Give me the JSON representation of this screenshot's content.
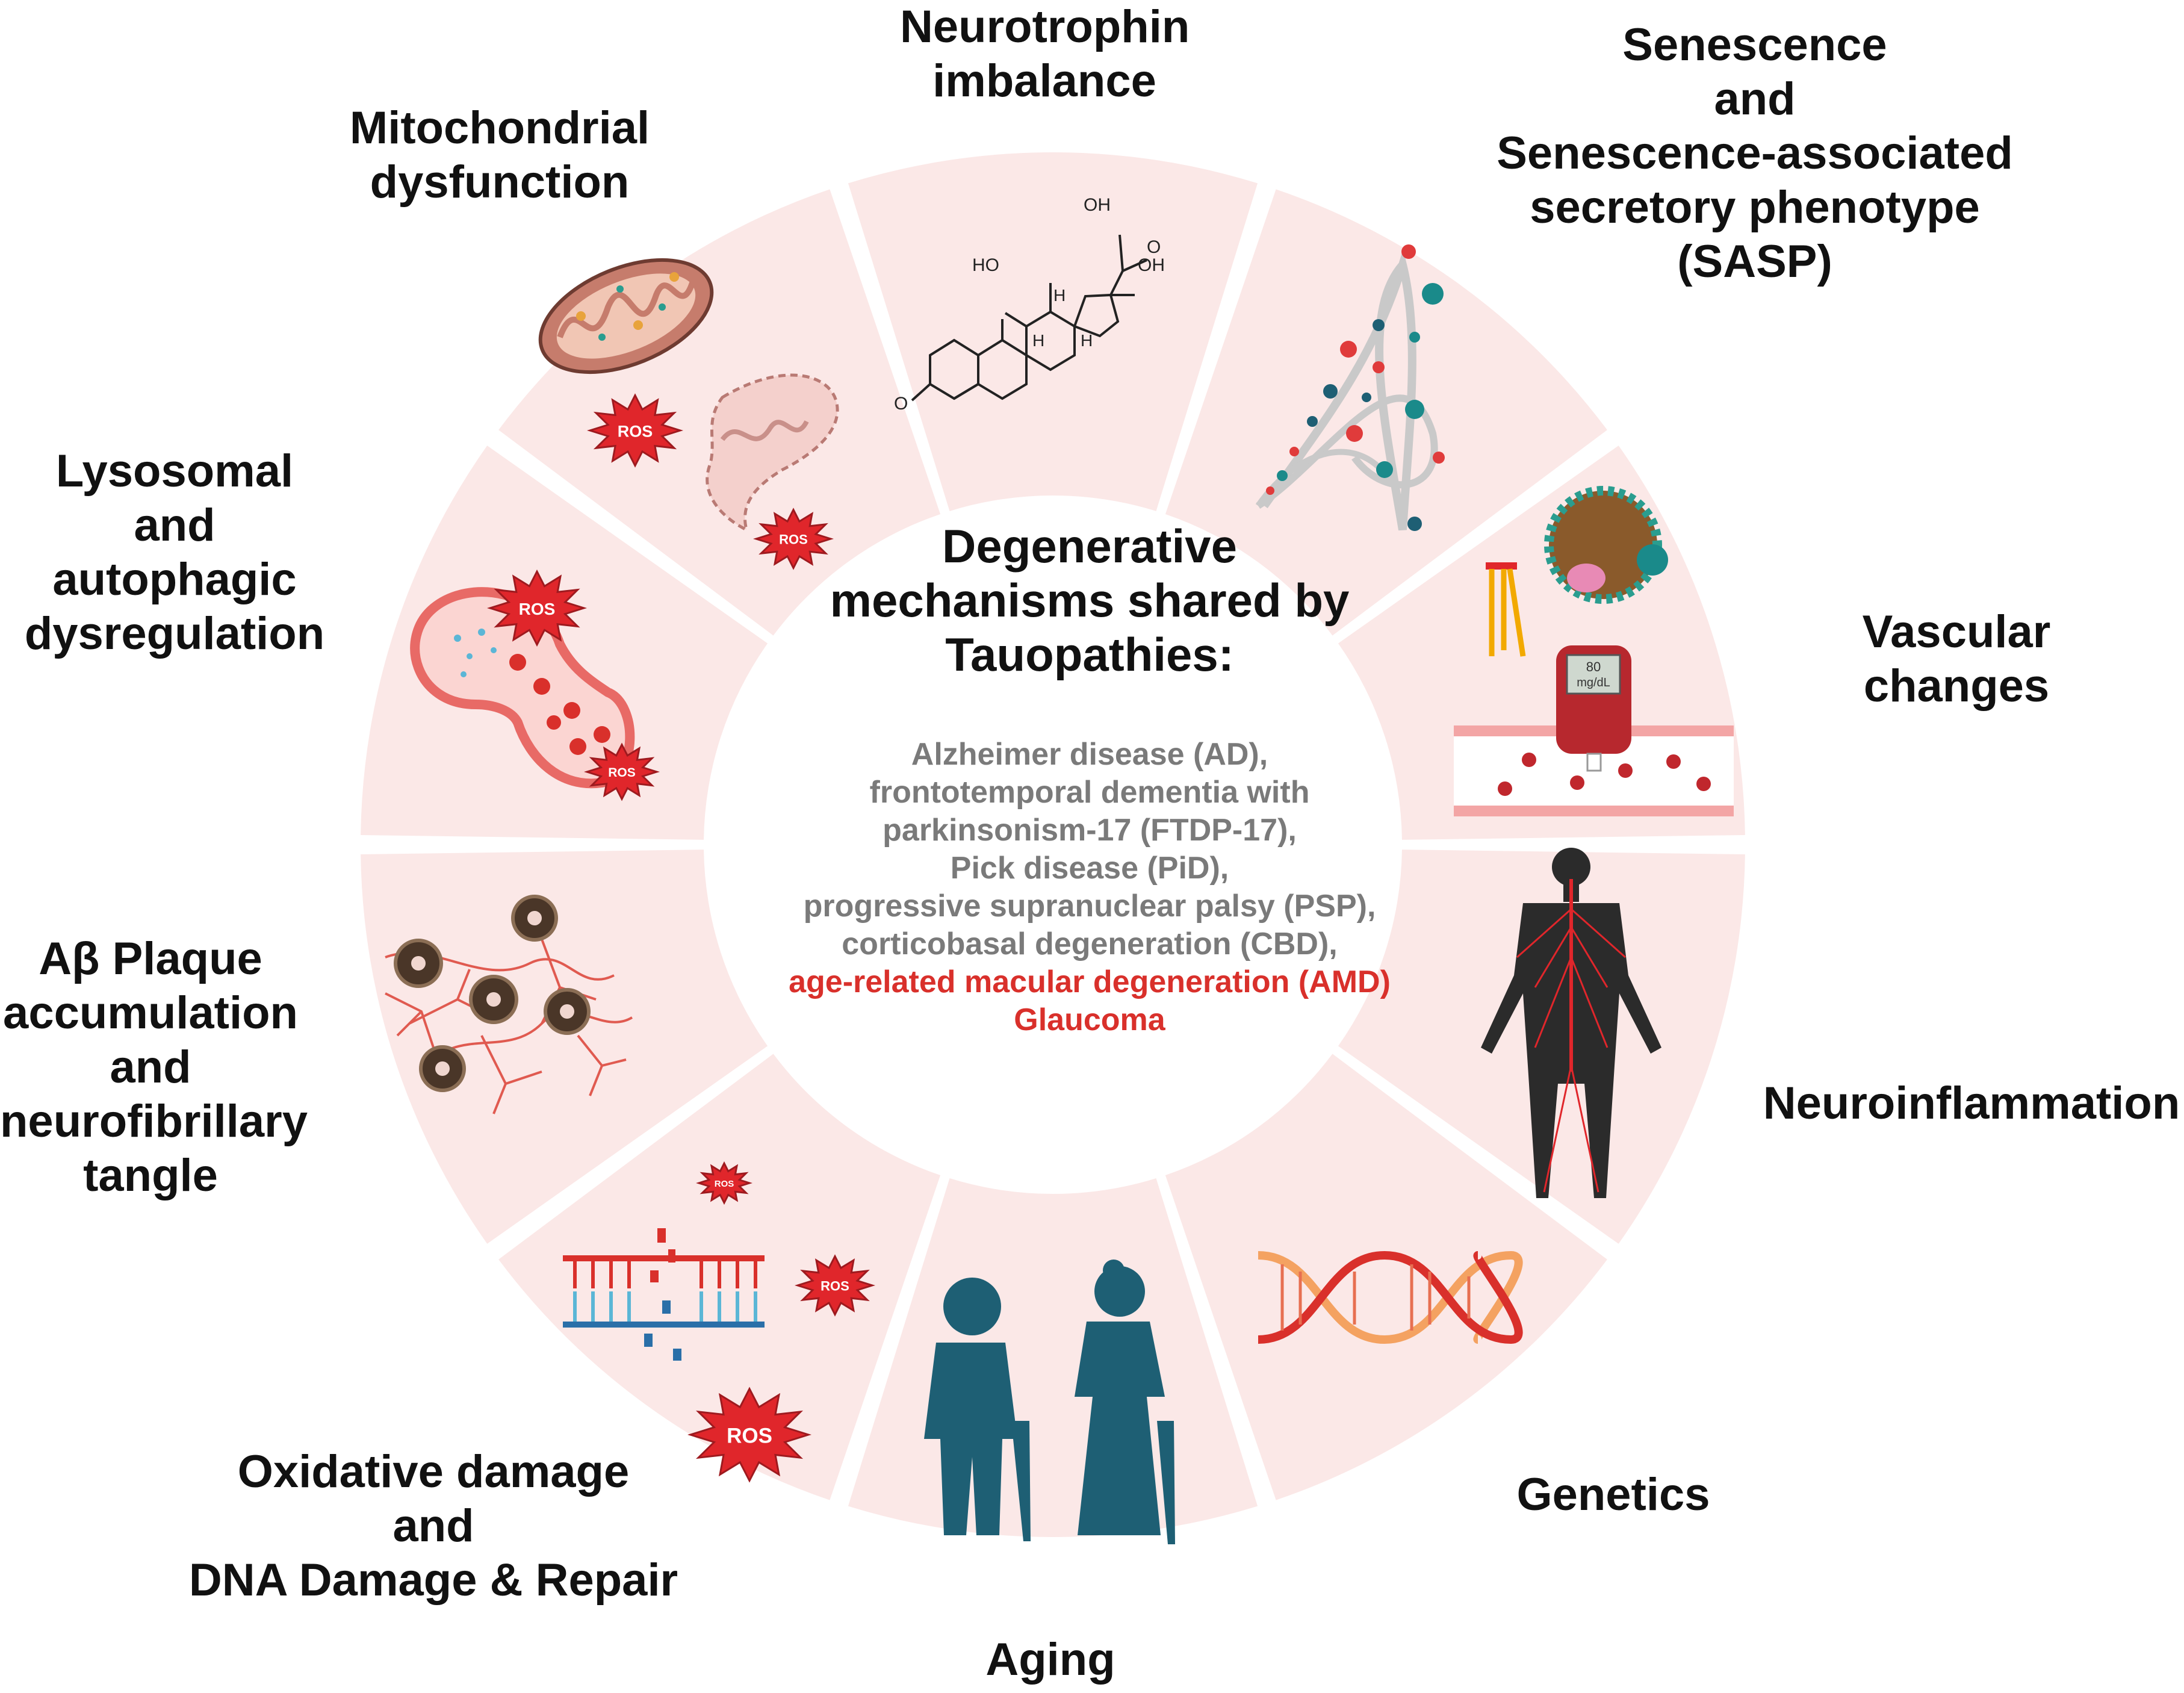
{
  "center": {
    "title_lines": [
      "Degenerative",
      "mechanisms shared by",
      "Tauopathies:"
    ],
    "diseases": [
      {
        "text": "Alzheimer disease (AD),",
        "color": "#7a7a7a"
      },
      {
        "text": "frontotemporal dementia with",
        "color": "#7a7a7a"
      },
      {
        "text": "parkinsonism-17 (FTDP-17),",
        "color": "#7a7a7a"
      },
      {
        "text": "Pick disease (PiD),",
        "color": "#7a7a7a"
      },
      {
        "text": "progressive supranuclear palsy (PSP),",
        "color": "#7a7a7a"
      },
      {
        "text": "corticobasal degeneration (CBD),",
        "color": "#7a7a7a"
      },
      {
        "text": "age-related macular degeneration (AMD)",
        "color": "#d9302b"
      },
      {
        "text": "Glaucoma",
        "color": "#d9302b"
      }
    ]
  },
  "mechanisms": [
    {
      "id": "neurotrophin",
      "lines": [
        "Neurotrophin",
        "imbalance"
      ],
      "icon": "steroid-molecule-icon"
    },
    {
      "id": "senescence",
      "lines": [
        "Senescence",
        "and",
        "Senescence-associated",
        "secretory phenotype",
        "(SASP)"
      ],
      "icon": "sasp-chromatin-icon"
    },
    {
      "id": "vascular",
      "lines": [
        "Vascular",
        "changes"
      ],
      "icon": "glucose-meter-vessel-icon"
    },
    {
      "id": "neuroinflammation",
      "lines": [
        "Neuroinflammation"
      ],
      "icon": "nervous-system-body-icon"
    },
    {
      "id": "genetics",
      "lines": [
        "Genetics"
      ],
      "icon": "dna-helix-icon"
    },
    {
      "id": "aging",
      "lines": [
        "Aging"
      ],
      "icon": "elderly-couple-icon"
    },
    {
      "id": "oxidative",
      "lines": [
        "Oxidative damage",
        "and",
        "DNA Damage & Repair"
      ],
      "icon": "damaged-dna-ros-icon"
    },
    {
      "id": "plaque",
      "lines": [
        "Aβ Plaque",
        "accumulation",
        "and",
        "neurofibrillary",
        "tangle"
      ],
      "icon": "amyloid-plaque-icon"
    },
    {
      "id": "lysosomal",
      "lines": [
        "Lysosomal",
        "and",
        "autophagic",
        "dysregulation"
      ],
      "icon": "autophagosome-icon"
    },
    {
      "id": "mitochondrial",
      "lines": [
        "Mitochondrial",
        "dysfunction"
      ],
      "icon": "mitochondria-icon"
    }
  ],
  "ros_label": "ROS",
  "meter_label": [
    "80",
    "mg/dL"
  ],
  "molecule_labels": {
    "oh": "OH",
    "ho": "HO",
    "h": "H",
    "o": "O"
  },
  "colors": {
    "segment_fill": "#fbe8e7",
    "segment_gap": "#ffffff",
    "ros_red": "#e0262b",
    "aging_teal": "#1e5f74",
    "dna_red": "#d9302b",
    "dna_blue": "#2a6fa8",
    "disease_grey": "#7a7a7a",
    "highlight_red": "#d9302b"
  }
}
